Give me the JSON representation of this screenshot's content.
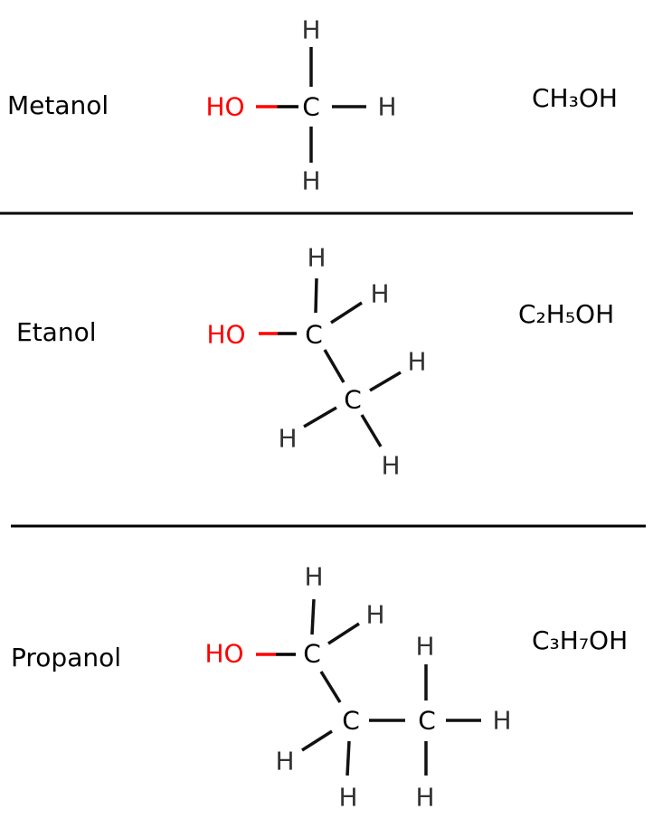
{
  "colors": {
    "oxygen_group": "#ff0000",
    "carbon": "#000000",
    "hydrogen": "#333333",
    "divider": "#000000"
  },
  "molecules": [
    {
      "name": "Metanol",
      "formula": "CH₃OH",
      "atoms": [
        "HO",
        "C",
        "H",
        "H",
        "H"
      ]
    },
    {
      "name": "Etanol",
      "formula": "C₂H₅OH",
      "atoms": [
        "HO",
        "C",
        "C",
        "H",
        "H",
        "H",
        "H",
        "H"
      ]
    },
    {
      "name": "Propanol",
      "formula": "C₃H₇OH",
      "atoms": [
        "HO",
        "C",
        "C",
        "C",
        "H",
        "H",
        "H",
        "H",
        "H",
        "H",
        "H"
      ]
    }
  ]
}
